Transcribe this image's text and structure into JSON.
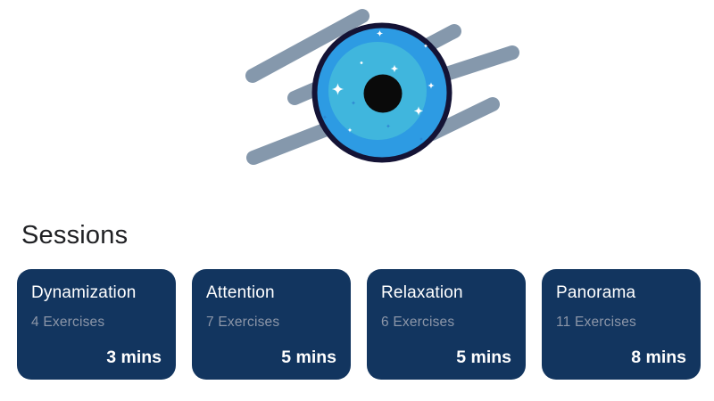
{
  "app": {
    "background": "#FFFFFF"
  },
  "logo": {
    "name": "eye-with-speed-lines-logo",
    "colors": {
      "speed_lines": "#8598AC",
      "outline": "#141335",
      "iris_outer": "#2D9BE3",
      "iris_inner": "#40B6DD",
      "pupil": "#0A0A0A",
      "sparkle": "#FFFFFF",
      "sparkle_accent": "#2E86D2"
    }
  },
  "sessions": {
    "heading": "Sessions",
    "heading_color": "#202124",
    "card_background": "#12355F",
    "card_title_color": "#FFFFFF",
    "card_subtitle_color": "#8C96A8",
    "cards": [
      {
        "title": "Dynamization",
        "exercises": "4 Exercises",
        "duration": "3 mins"
      },
      {
        "title": "Attention",
        "exercises": "7 Exercises",
        "duration": "5 mins"
      },
      {
        "title": "Relaxation",
        "exercises": "6 Exercises",
        "duration": "5 mins"
      },
      {
        "title": "Panorama",
        "exercises": "11 Exercises",
        "duration": "8 mins"
      }
    ]
  }
}
